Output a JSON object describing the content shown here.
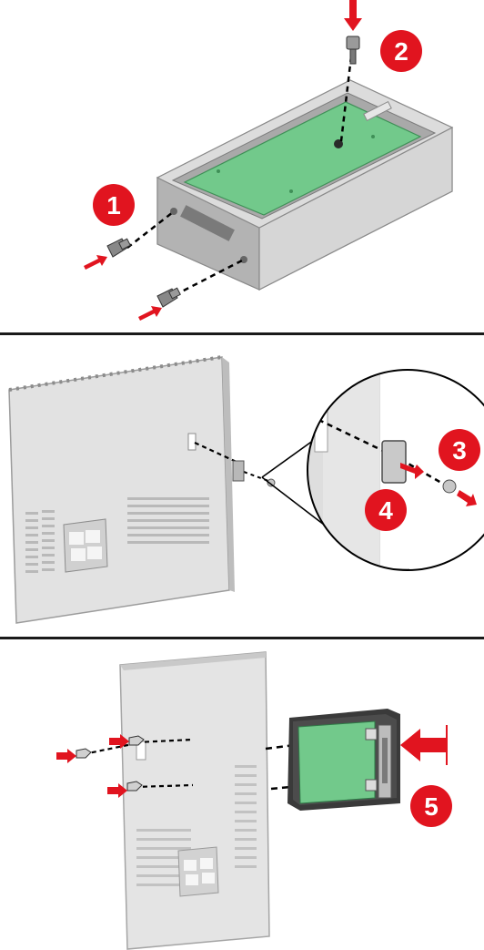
{
  "steps": [
    {
      "number": "1"
    },
    {
      "number": "2"
    },
    {
      "number": "3"
    },
    {
      "number": "4"
    },
    {
      "number": "5"
    }
  ],
  "colors": {
    "badge": "#e1141f",
    "arrow": "#e1141f",
    "board": "#72c98b",
    "housing": "#bdbdbd",
    "divider": "#1a1a1a"
  }
}
